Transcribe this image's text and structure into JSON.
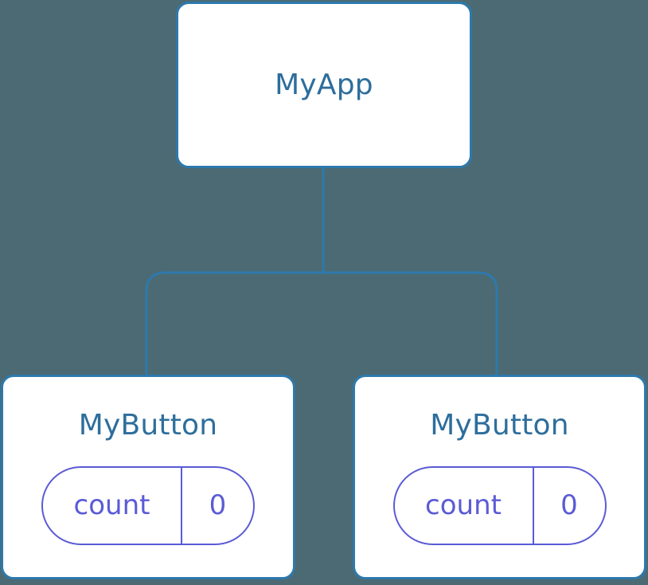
{
  "canvas": {
    "background_color": "#4c6a73",
    "edge_color": "#2d79ad",
    "card_border_color": "#2d79ad",
    "card_fill_color": "#ffffff",
    "title_text_color": "#2d6e9c",
    "state_color": "#5b5bd6"
  },
  "tree": {
    "root": {
      "title": "MyApp"
    },
    "children": [
      {
        "title": "MyButton",
        "state": {
          "key": "count",
          "value": "0"
        }
      },
      {
        "title": "MyButton",
        "state": {
          "key": "count",
          "value": "0"
        }
      }
    ]
  }
}
